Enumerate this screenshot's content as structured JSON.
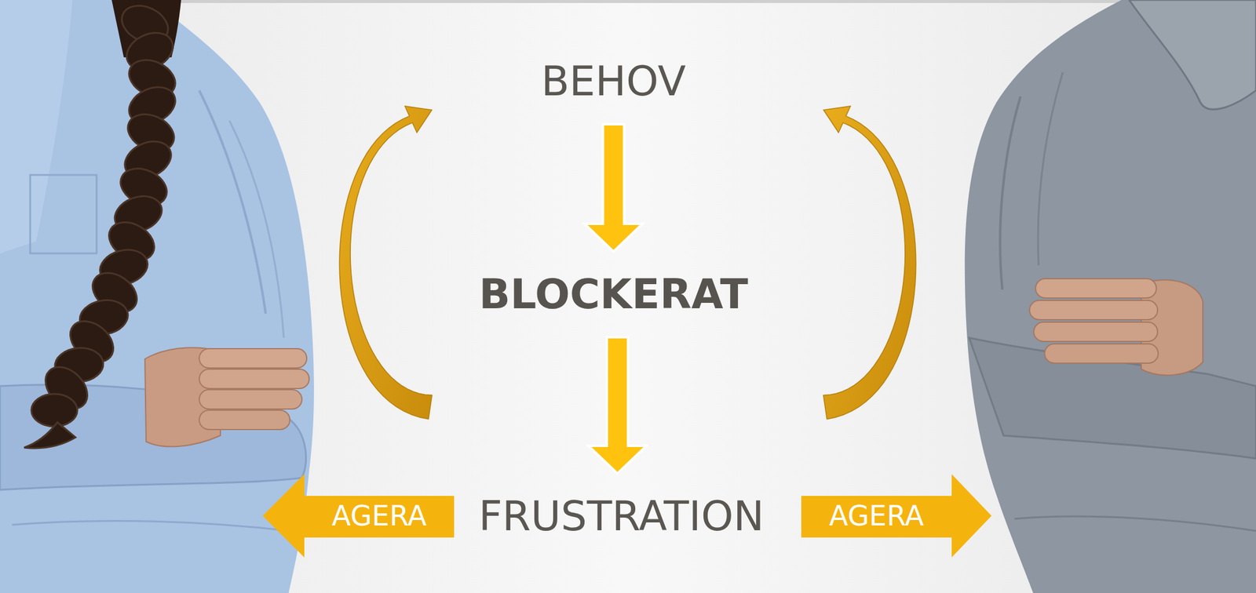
{
  "diagram": {
    "nodes": [
      {
        "text": [
          "BEHOV"
        ]
      },
      {
        "text": [
          "BLOCKERAT"
        ]
      },
      {
        "text": [
          "FRUSTRATION"
        ]
      },
      {
        "text": [
          "AGERA"
        ]
      },
      {
        "text": [
          "AGERA"
        ]
      }
    ],
    "edges": [
      {
        "from": 0,
        "to": 1,
        "arrow": "to"
      },
      {
        "from": 1,
        "to": 2,
        "arrow": "to"
      },
      {
        "from": 2,
        "to": 0,
        "arrow": "to"
      },
      {
        "from": 2,
        "to": 0,
        "arrow": "to"
      }
    ]
  }
}
